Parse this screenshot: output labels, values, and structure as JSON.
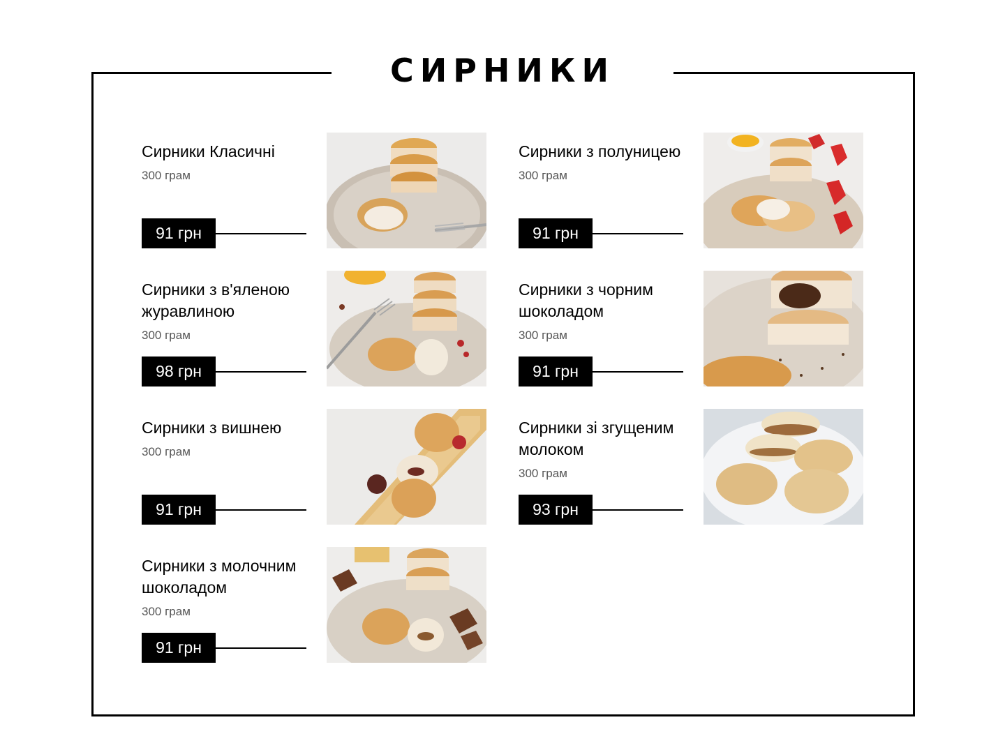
{
  "section": {
    "title": "СИРНИКИ"
  },
  "menu": {
    "items": [
      {
        "name": "Сирники Класичні",
        "weight": "300 грам",
        "price": "91 грн",
        "photo": "classic-syrnyky-photo"
      },
      {
        "name": "Сирники з полуницею",
        "weight": "300 грам",
        "price": "91 грн",
        "photo": "strawberry-syrnyky-photo"
      },
      {
        "name": "Сирники з в'яленою журавлиною",
        "weight": "300 грам",
        "price": "98 грн",
        "photo": "cranberry-syrnyky-photo"
      },
      {
        "name": "Сирники з чорним шоколадом",
        "weight": "300 грам",
        "price": "91 грн",
        "photo": "dark-chocolate-syrnyky-photo"
      },
      {
        "name": "Сирники з вишнею",
        "weight": "300 грам",
        "price": "91 грн",
        "photo": "cherry-syrnyky-photo"
      },
      {
        "name": "Сирники зі згущеним молоком",
        "weight": "300 грам",
        "price": "93 грн",
        "photo": "condensed-milk-syrnyky-photo"
      },
      {
        "name": "Сирники з молочним шоколадом",
        "weight": "300 грам",
        "price": "91 грн",
        "photo": "milk-chocolate-syrnyky-photo"
      }
    ]
  },
  "colors": {
    "text": "#000000",
    "muted": "#555555",
    "badge_bg": "#000000",
    "badge_text": "#ffffff"
  }
}
